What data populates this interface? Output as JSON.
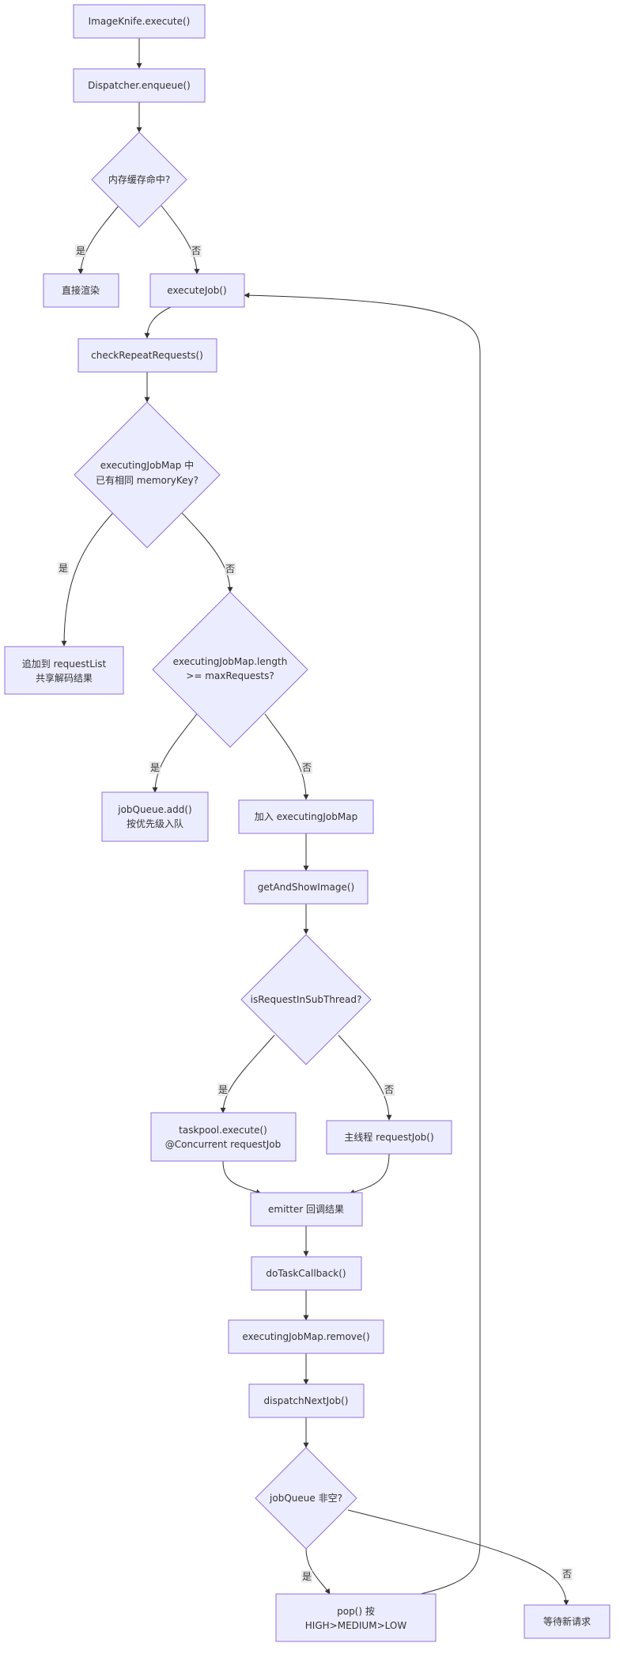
{
  "nodes": {
    "execute": "ImageKnife.execute()",
    "enqueue": "Dispatcher.enqueue()",
    "mem_cache_hit": "内存缓存命中?",
    "render_direct": "直接渲染",
    "execute_job": "executeJob()",
    "check_repeat": "checkRepeatRequests()",
    "same_key_line1": "executingJobMap 中",
    "same_key_line2": "已有相同 memoryKey?",
    "append_line1": "追加到 requestList",
    "append_line2": "共享解码结果",
    "max_line1": "executingJobMap.length",
    "max_line2": ">= maxRequests?",
    "jobqueue_add_line1": "jobQueue.add()",
    "jobqueue_add_line2": "按优先级入队",
    "add_executing": "加入 executingJobMap",
    "get_and_show": "getAndShowImage()",
    "sub_thread": "isRequestInSubThread?",
    "taskpool_line1": "taskpool.execute()",
    "taskpool_line2": "@Concurrent requestJob",
    "main_thread": "主线程 requestJob()",
    "emitter": "emitter 回调结果",
    "do_task_callback": "doTaskCallback()",
    "executing_remove": "executingJobMap.remove()",
    "dispatch_next": "dispatchNextJob()",
    "queue_not_empty": "jobQueue 非空?",
    "pop_line1": "pop() 按",
    "pop_line2": "HIGH>MEDIUM>LOW",
    "wait_new": "等待新请求"
  },
  "edge_labels": {
    "yes": "是",
    "no": "否"
  },
  "colors": {
    "node_fill": "#ECECFF",
    "node_stroke": "#9370DB",
    "edge": "#333333",
    "text": "#333333"
  }
}
